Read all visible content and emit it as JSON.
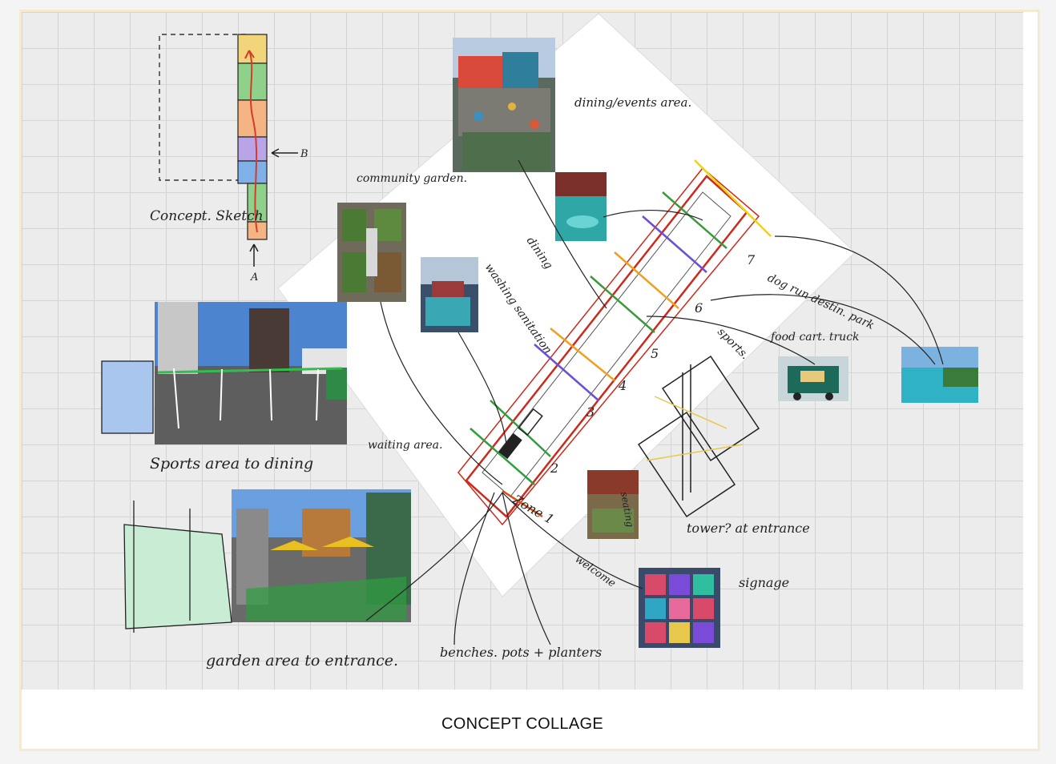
{
  "caption": "CONCEPT COLLAGE",
  "labels": {
    "concept_sketch": "Concept. Sketch",
    "arrow_a": "A",
    "arrow_b": "B",
    "community_garden": "community garden.",
    "dining_events": "dining/events area.",
    "dining": "dining",
    "washing_sanitation": "washing sanitation",
    "waiting_area": "waiting area.",
    "dog_run": "dog run destin. park",
    "food_truck": "food cart. truck",
    "sports": "sports.",
    "sports_to_dining": "Sports area to dining",
    "zone_1": "Zone 1",
    "welcome": "welcome",
    "seating": "seating",
    "tower": "tower? at entrance",
    "signage": "signage",
    "benches": "benches. pots + planters",
    "garden_to_entrance": "garden area to entrance.",
    "zone_numbers": [
      "2",
      "3",
      "4",
      "5",
      "6",
      "7"
    ]
  },
  "colors": {
    "board_border": "#f3ead0",
    "grid_bg": "#ececec",
    "strip": [
      "#f2d47a",
      "#8fd18a",
      "#f4b483",
      "#b9a4e8",
      "#7fb0e8",
      "#8fd18a",
      "#f4b483"
    ],
    "site_outline": "#cc2a1d",
    "stripes": [
      "#2e9e3e",
      "#6b4fd8",
      "#f0a020",
      "#3a9a3a",
      "#d64f14"
    ]
  }
}
